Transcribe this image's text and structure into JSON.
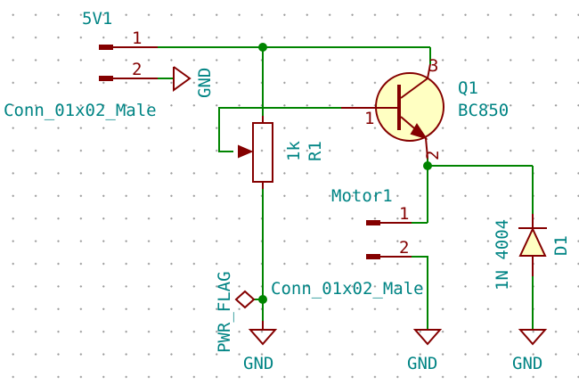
{
  "palette": {
    "wire": "#008400",
    "symbol": "#840000",
    "label_text": "#008484",
    "symbol_fill": "#ffffc2",
    "grid_dot": "#9a9a9a"
  },
  "connector_5v1": {
    "ref": "5V1",
    "value": "Conn_01x02_Male",
    "pin1": "1",
    "pin2": "2"
  },
  "gnd_label": "GND",
  "potentiometer_r1": {
    "ref": "R1",
    "value": "1k"
  },
  "transistor_q1": {
    "ref": "Q1",
    "value": "BC850",
    "pin_base": "1",
    "pin_emitter": "2",
    "pin_collector": "3"
  },
  "connector_motor1": {
    "ref": "Motor1",
    "value": "Conn_01x02_Male",
    "pin1": "1",
    "pin2": "2"
  },
  "diode_d1": {
    "ref": "D1",
    "value": "1N 4004"
  },
  "pwr_flag": {
    "label": "PWR_FLAG"
  }
}
